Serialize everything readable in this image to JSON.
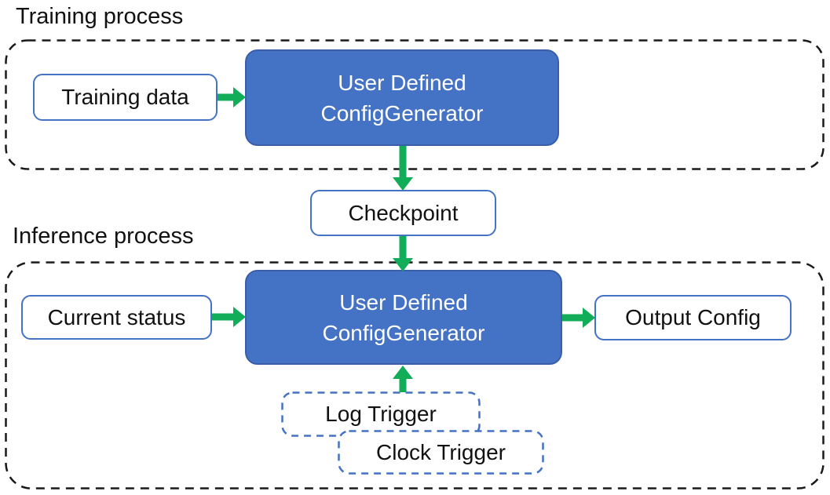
{
  "colors": {
    "accent_blue": "#4472C4",
    "accent_blue_dark": "#3A5FA8",
    "arrow_green": "#11AD58",
    "line_black": "#1a1a1a",
    "text_black": "#111111",
    "box_text_white": "#ffffff"
  },
  "training": {
    "title": "Training process",
    "input_label": "Training data",
    "generator_lines": [
      "User Defined",
      "ConfigGenerator"
    ]
  },
  "checkpoint": {
    "label": "Checkpoint"
  },
  "inference": {
    "title": "Inference process",
    "input_label": "Current status",
    "generator_lines": [
      "User Defined",
      "ConfigGenerator"
    ],
    "output_label": "Output Config",
    "trigger_labels": [
      "Log Trigger",
      "Clock Trigger"
    ]
  }
}
